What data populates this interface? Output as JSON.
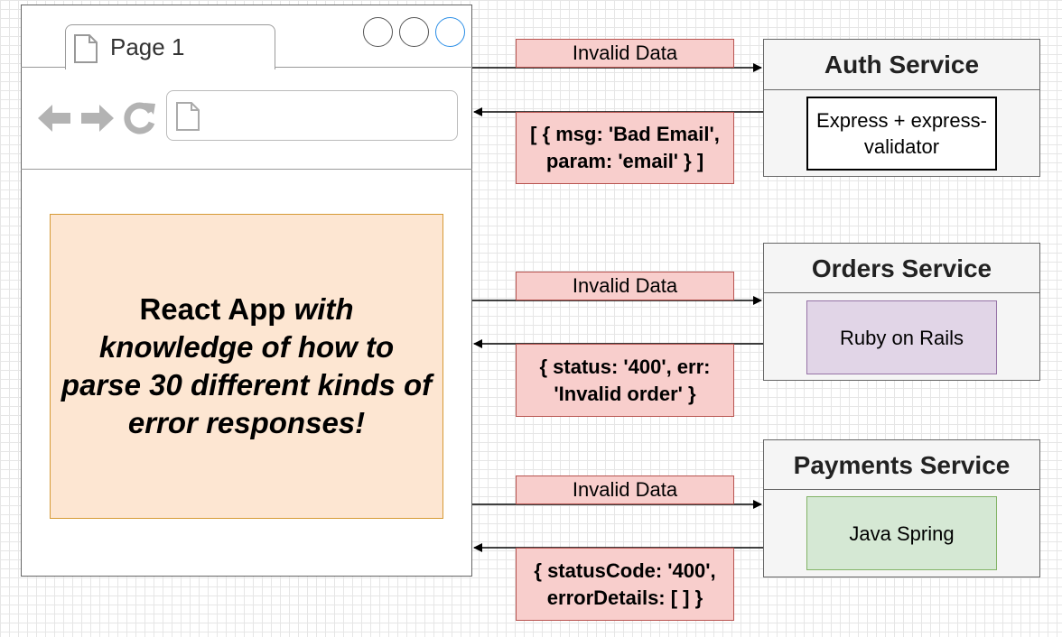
{
  "browser": {
    "tab_label": "Page 1"
  },
  "react_app": {
    "line1_plain": "React App ",
    "line1_italic": "with",
    "rest_italic": "knowledge of how to parse 30 different kinds of error responses!"
  },
  "services": [
    {
      "title": "Auth Service",
      "tech": "Express + express-validator"
    },
    {
      "title": "Orders Service",
      "tech": "Ruby on Rails"
    },
    {
      "title": "Payments Service",
      "tech": "Java Spring"
    }
  ],
  "messages": {
    "request_label": "Invalid Data",
    "auth_response": "[ { msg: 'Bad Email', param: 'email' } ]",
    "orders_response": "{ status: '400', err: 'Invalid order' }",
    "payments_response": "{ statusCode: '400', errorDetails: [ ] }"
  },
  "colors": {
    "message_fill": "#f8cecc",
    "message_border": "#b85450",
    "react_fill": "#fde6d2",
    "react_border": "#d69a35",
    "rails_fill": "#e1d5e7",
    "rails_border": "#9673a6",
    "spring_fill": "#d5e8d4",
    "spring_border": "#82b366"
  }
}
